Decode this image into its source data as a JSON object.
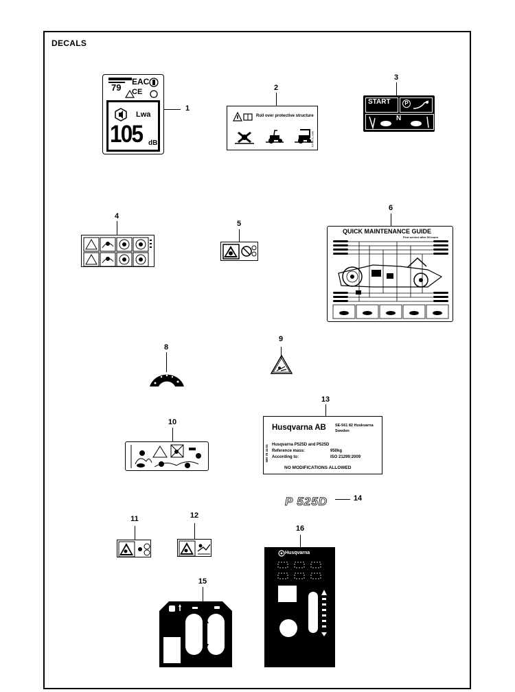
{
  "title": "DECALS",
  "callouts": [
    "1",
    "2",
    "3",
    "4",
    "5",
    "6",
    "8",
    "9",
    "10",
    "11",
    "12",
    "13",
    "14",
    "15",
    "16"
  ],
  "decal1": {
    "mark": "79",
    "cert": "EAC",
    "ce": "CE",
    "level": "105",
    "unit": "dB",
    "lwa": "Lwa"
  },
  "decal2": {
    "text": "Roll over protective structure"
  },
  "decal3": {
    "start": "START",
    "p": "P",
    "n": "N"
  },
  "decal6": {
    "heading": "QUICK MAINTENANCE GUIDE",
    "sub": "First service after 50 hours"
  },
  "decal13": {
    "brand": "Husqvarna AB",
    "address_line1": "SE-561 82 Huskvarna",
    "address_line2": "Sweden",
    "models": "Husqvarna P525D and P525D",
    "mass_label": "Reference mass:",
    "mass_value": "950kg",
    "std_label": "According to:",
    "std_value": "ISO 21299:2009",
    "footer": "NO MODIFICATIONS ALLOWED",
    "side_code": "580 78 44-01"
  },
  "decal14": {
    "model": "P 525D"
  },
  "decal16": {
    "brand": "Husqvarna"
  }
}
